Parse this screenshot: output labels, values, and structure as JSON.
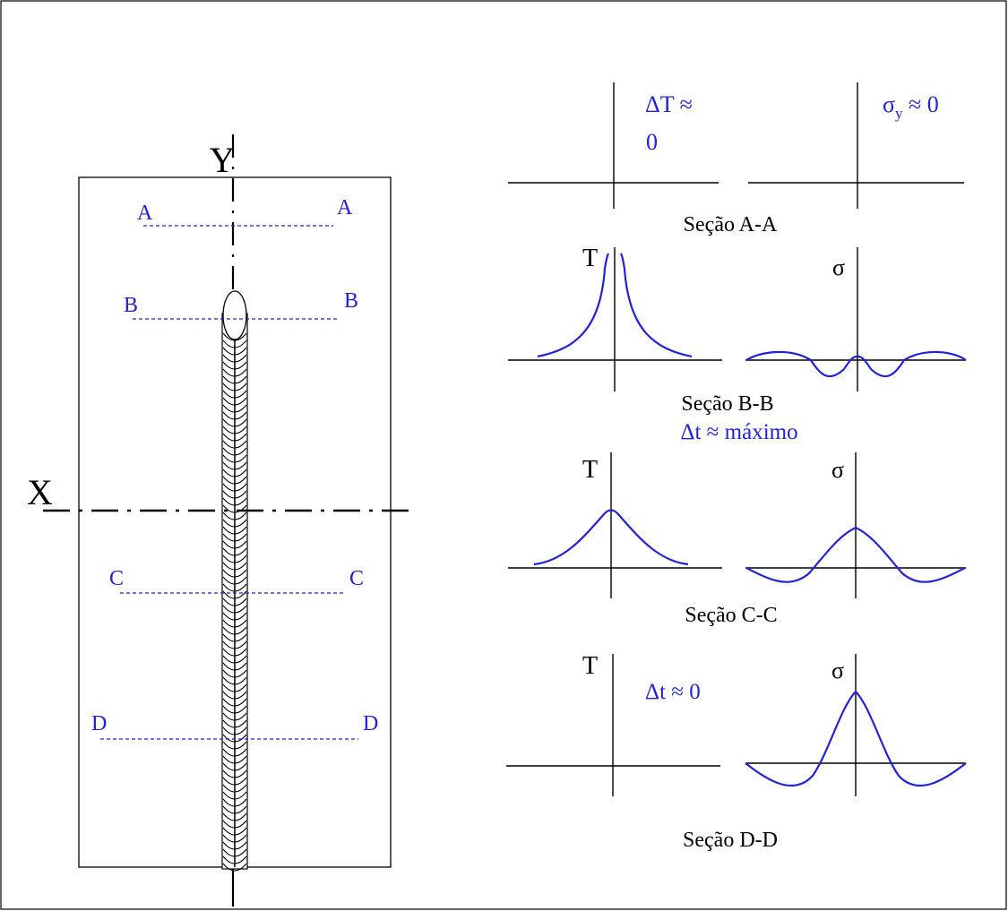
{
  "colors": {
    "ink": "#000000",
    "accent": "#2222dd",
    "background": "#ffffff"
  },
  "plate": {
    "axis_y_label": "Y",
    "axis_x_label": "X",
    "sections": [
      {
        "left": "A",
        "right": "A"
      },
      {
        "left": "B",
        "right": "B"
      },
      {
        "left": "C",
        "right": "C"
      },
      {
        "left": "D",
        "right": "D"
      }
    ]
  },
  "graphs": {
    "a": {
      "temp_note_line1": "ΔT ≈",
      "temp_note_line2": "0",
      "stress_note_prefix": "σ",
      "stress_note_sub": "y",
      "stress_note_suffix": " ≈ 0",
      "caption": "Seção A-A"
    },
    "b": {
      "temp_label": "T",
      "stress_label": "σ",
      "caption": "Seção B-B",
      "note": "Δt ≈ máximo"
    },
    "c": {
      "temp_label": "T",
      "stress_label": "σ",
      "caption": "Seção C-C"
    },
    "d": {
      "temp_label": "T",
      "stress_label": "σ",
      "note": "Δt ≈ 0",
      "caption": "Seção D-D"
    }
  }
}
